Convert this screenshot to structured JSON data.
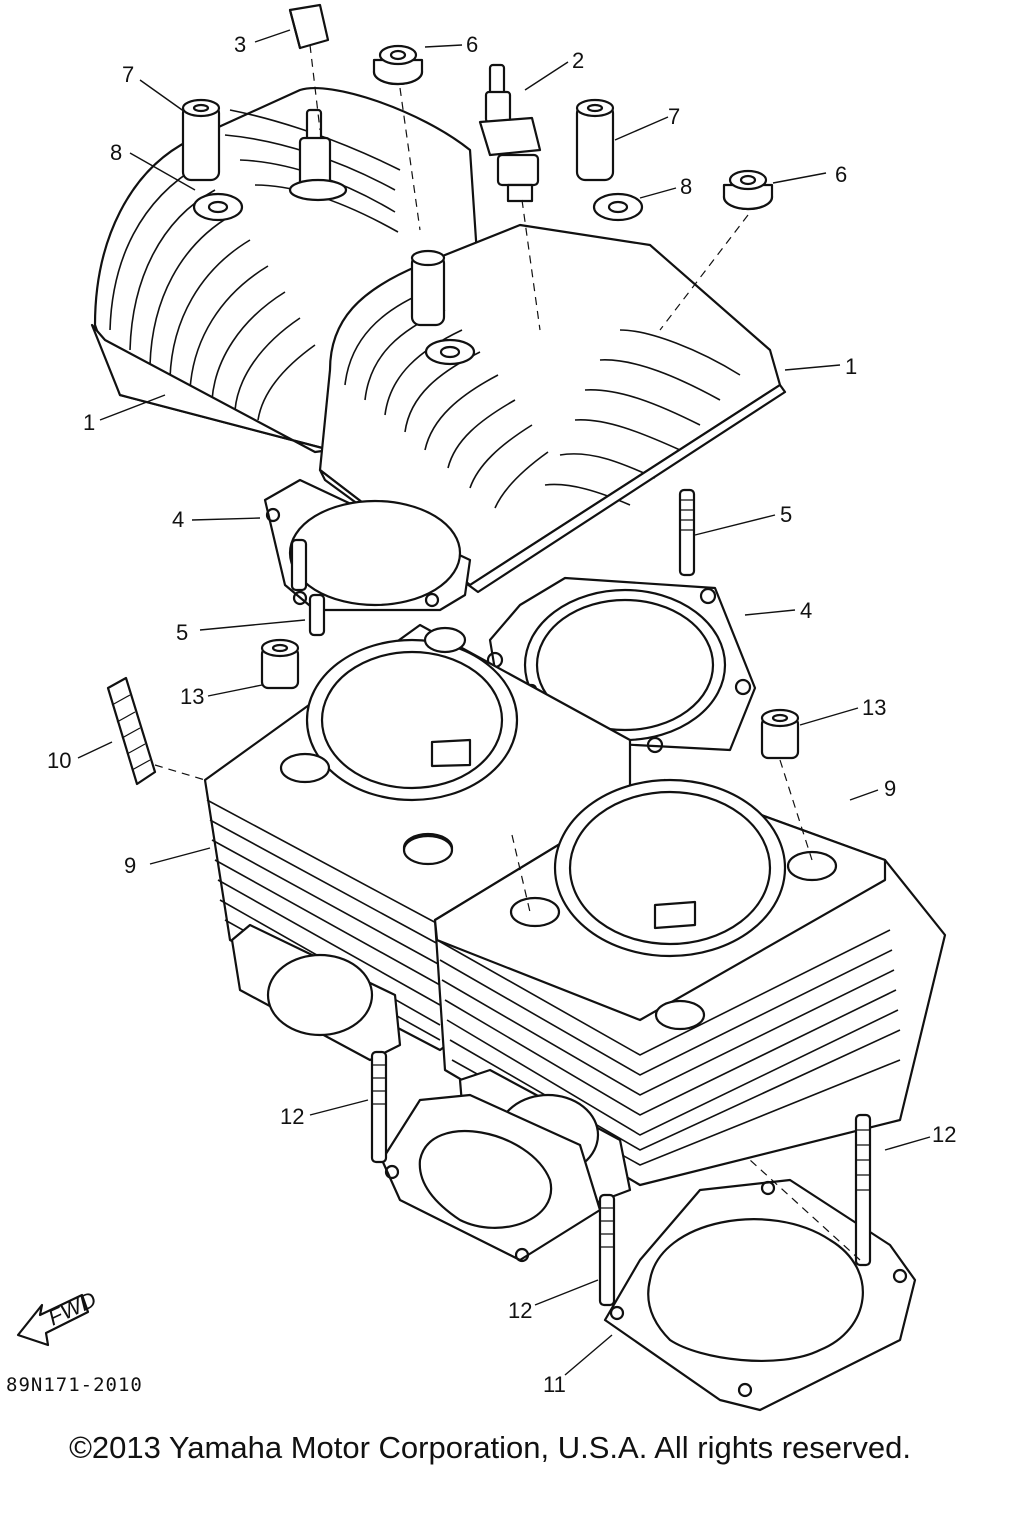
{
  "callouts": {
    "c1a": "1",
    "c1b": "1",
    "c2": "2",
    "c3": "3",
    "c4a": "4",
    "c4b": "4",
    "c5a": "5",
    "c5b": "5",
    "c6a": "6",
    "c6b": "6",
    "c7a": "7",
    "c7b": "7",
    "c8a": "8",
    "c8b": "8",
    "c9a": "9",
    "c9b": "9",
    "c10": "10",
    "c11": "11",
    "c12a": "12",
    "c12b": "12",
    "c12c": "12",
    "c13a": "13",
    "c13b": "13"
  },
  "fwd_label": "FWD",
  "diagram_code": "89N171-2010",
  "copyright": "©2013 Yamaha Motor Corporation, U.S.A. All rights reserved."
}
